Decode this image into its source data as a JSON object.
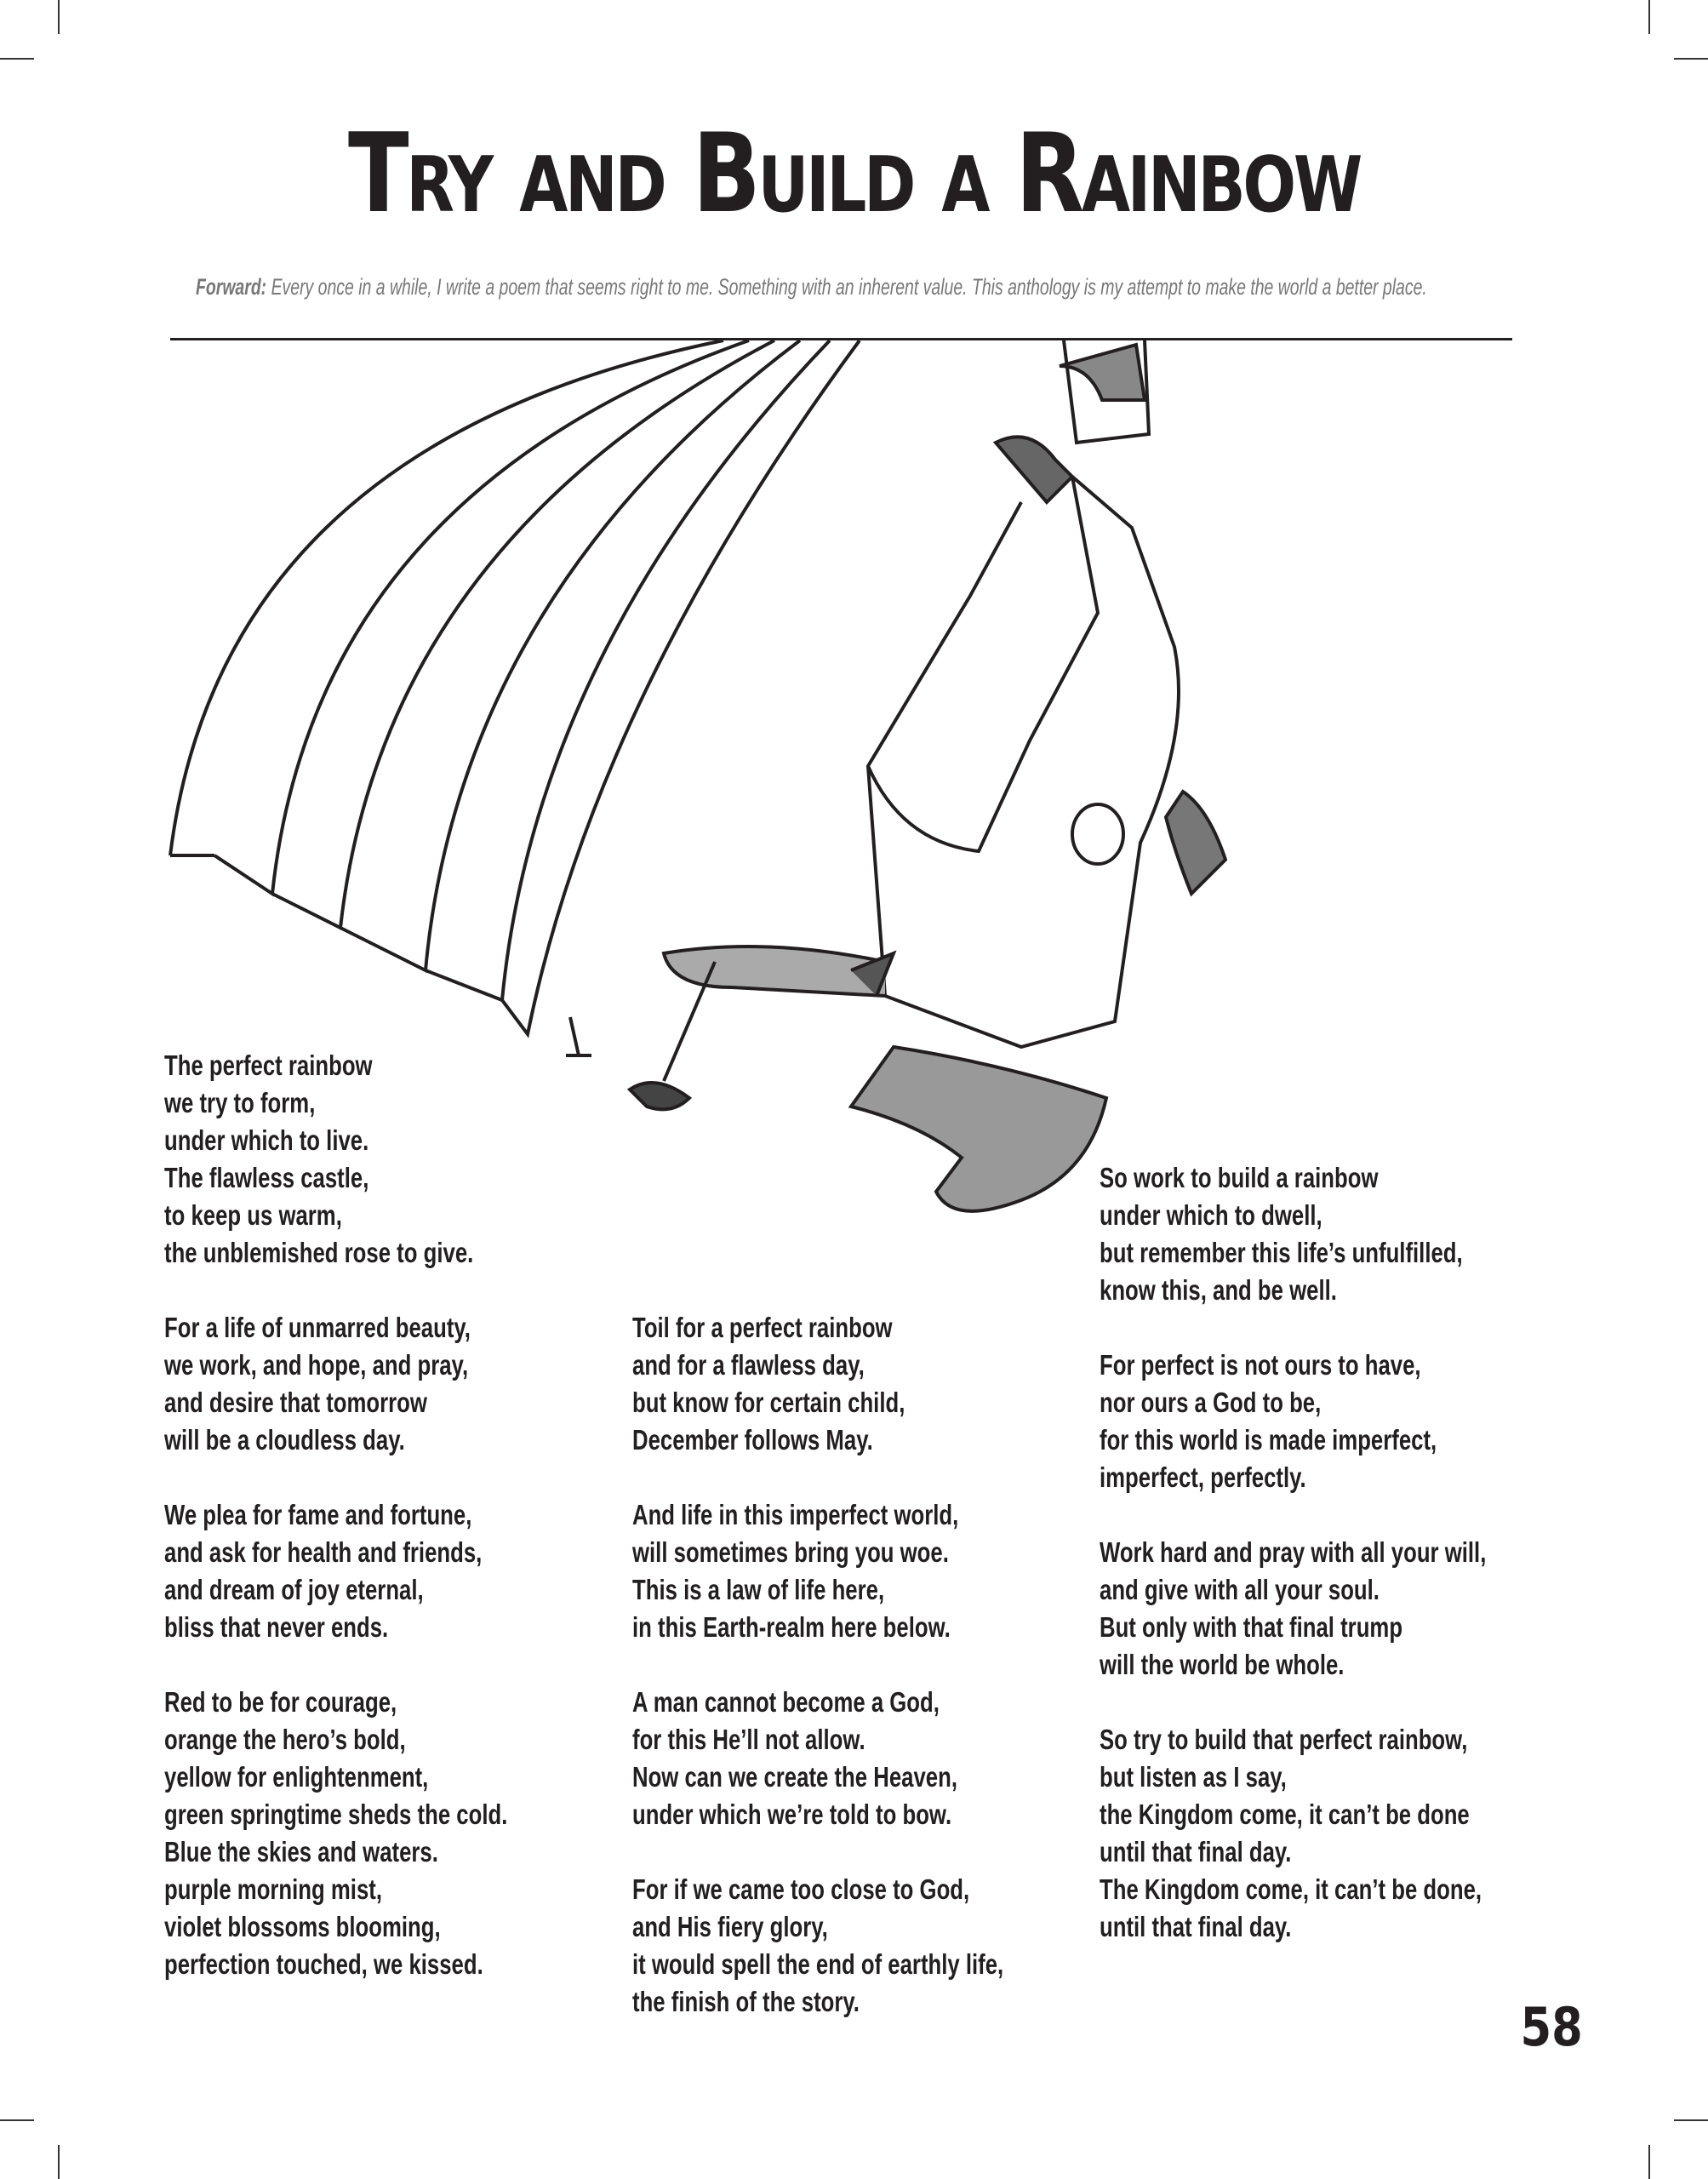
{
  "title": "Try and Build a Rainbow",
  "forward": {
    "label": "Forward:",
    "text": " Every once in a while, I write a poem that seems right to me. Something with an inherent value. This anthology is my attempt to make the world a better place."
  },
  "columns": [
    [
      [
        "The perfect rainbow",
        "we try to form,",
        "under which to live.",
        "The flawless castle,",
        "to keep us warm,",
        "the unblemished rose to give."
      ],
      [
        "For a life of unmarred beauty,",
        "we work, and hope, and pray,",
        "and desire that tomorrow",
        "will be a cloudless day."
      ],
      [
        "We plea for fame and fortune,",
        "and ask for health and friends,",
        "and dream of joy eternal,",
        "bliss that never ends."
      ],
      [
        "Red to be for courage,",
        "orange the hero’s bold,",
        "yellow for enlightenment,",
        "green springtime sheds the cold.",
        "Blue the skies and waters.",
        "purple morning mist,",
        "violet blossoms blooming,",
        "perfection touched, we kissed."
      ]
    ],
    [
      [
        "Toil for a perfect rainbow",
        "and for a flawless day,",
        "but know for certain child,",
        "December follows May."
      ],
      [
        "And life in this imperfect world,",
        "will sometimes bring you woe.",
        "This is a law of life here,",
        "in this Earth-realm here below."
      ],
      [
        "A man cannot become a God,",
        "for this He’ll not allow.",
        "Now can we create the Heaven,",
        "under which we’re told to bow."
      ],
      [
        "For if we came too close to God,",
        "and His fiery glory,",
        "it would spell the end of earthly life,",
        "the finish of the story."
      ]
    ],
    [
      [
        "So work to build a rainbow",
        "under which to dwell,",
        "but remember this life’s unfulfilled,",
        "know this, and be well."
      ],
      [
        "For perfect is not ours to have,",
        "nor ours a God to be,",
        "for this world is made imperfect,",
        "imperfect, perfectly."
      ],
      [
        "Work hard and pray with all your will,",
        "and give with all your soul.",
        "But only with that final trump",
        "will the world be whole."
      ],
      [
        "So try to build that perfect rainbow,",
        "but listen as I say,",
        "the Kingdom come, it can’t be done",
        "until that final day.",
        "The Kingdom come, it can’t be done,",
        "until that final day."
      ]
    ]
  ],
  "page_number": "58"
}
